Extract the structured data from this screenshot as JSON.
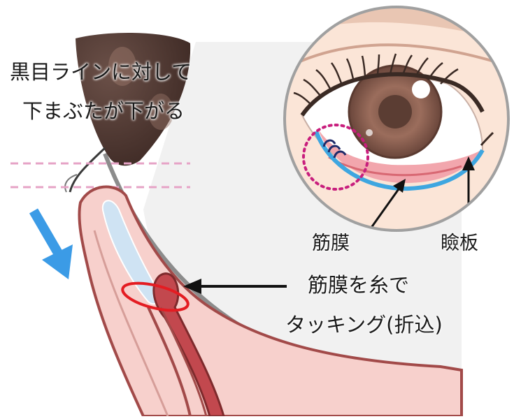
{
  "labels": {
    "note_line1": "黒目ラインに対して",
    "note_line2": "下まぶたが下がる",
    "fascia": "筋膜",
    "tarsus": "瞼板",
    "tuck_line1": "筋膜を糸で",
    "tuck_line2": "タッキング(折込)"
  },
  "colors": {
    "skin": "#f7d0cc",
    "skin_outline": "#a24a49",
    "muscle": "#c2484e",
    "conjunctiva": "#f2a6ad",
    "tarsus_line": "#3ea6e0",
    "suture": "#e41c22",
    "arrow_blue": "#3b9be6",
    "dotted_circle": "#c81e7d",
    "guide_line": "#e6a3c6",
    "iris": "#8a6152",
    "eyeball_outline": "#8c8c8c"
  },
  "icons": {
    "arrow_down": "blue-down-arrow-icon",
    "pointer": "black-pointer-arrow-icon"
  }
}
